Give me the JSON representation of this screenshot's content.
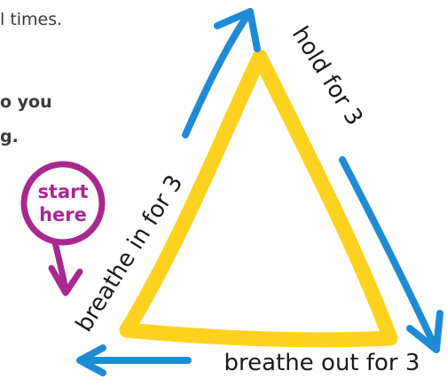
{
  "instructions": {
    "line1": "l times.",
    "line2": "o you",
    "line3": "g."
  },
  "badge": {
    "line1": "start",
    "line2": "here"
  },
  "labels": {
    "left": "breathe in for 3",
    "right": "hold for 3",
    "bottom": "breathe out for 3"
  },
  "colors": {
    "triangle": "#FFD21F",
    "arrows": "#1F8BD4",
    "badge": "#A8288F",
    "text": "#3a3a3a"
  }
}
